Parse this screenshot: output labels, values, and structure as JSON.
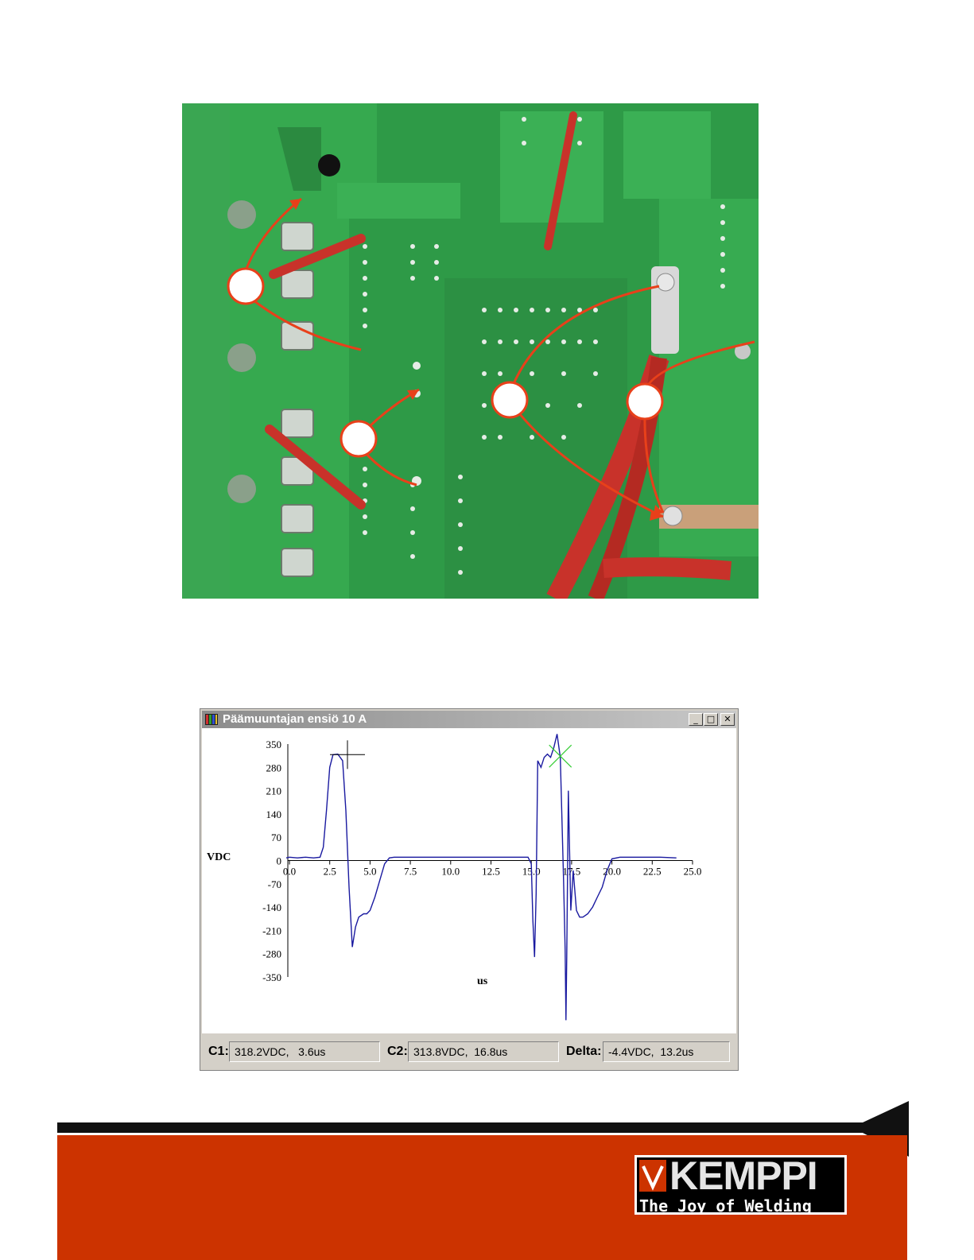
{
  "pcb_photo": {
    "callouts": [
      {
        "id": "callout-1",
        "text": ""
      },
      {
        "id": "callout-2",
        "text": ""
      },
      {
        "id": "callout-3",
        "text": ""
      },
      {
        "id": "callout-4",
        "text": ""
      }
    ],
    "board_color": "#2fa34a",
    "arrow_color": "#e8401a"
  },
  "window": {
    "title": "Päämuuntajan ensiö 10 A",
    "icon": "app-chart-icon",
    "buttons": {
      "minimize": "_",
      "maximize": "□",
      "close": "✕"
    }
  },
  "status": {
    "c1_label": "C1:",
    "c1_value": "318.2VDC,   3.6us",
    "c2_label": "C2:",
    "c2_value": "313.8VDC,  16.8us",
    "delta_label": "Delta:",
    "delta_value": "-4.4VDC,  13.2us"
  },
  "chart_data": {
    "type": "line",
    "xlabel": "us",
    "ylabel": "VDC",
    "xlim": [
      0,
      25
    ],
    "ylim": [
      -350,
      350
    ],
    "xticks": [
      "0.0",
      "2.5",
      "5.0",
      "7.5",
      "10.0",
      "12.5",
      "15.0",
      "17.5",
      "20.0",
      "22.5",
      "25.0"
    ],
    "yticks": [
      "350",
      "280",
      "210",
      "140",
      "70",
      "0",
      "-70",
      "-140",
      "-210",
      "-280",
      "-350"
    ],
    "series_color": "#1a1aa0",
    "cursor_color_1": "#000000",
    "cursor_color_2": "#33cc33",
    "cursors": [
      {
        "name": "C1",
        "x": 3.6,
        "y": 318.2
      },
      {
        "name": "C2",
        "x": 16.8,
        "y": 313.8
      }
    ],
    "series": [
      {
        "x": [
          -0.5,
          0,
          0.5,
          1,
          1.5,
          1.9,
          2.1,
          2.3,
          2.5,
          2.7,
          3.0,
          3.3,
          3.5,
          3.7,
          3.9,
          4.1,
          4.3,
          4.6,
          4.8,
          5.0,
          5.3,
          5.6,
          5.9,
          6.2,
          6.5,
          7,
          8,
          9,
          10,
          11,
          12,
          13,
          14,
          14.8,
          15.0,
          15.1,
          15.2,
          15.3,
          15.4,
          15.6,
          15.8,
          16.0,
          16.2,
          16.4,
          16.6,
          16.8,
          17.0,
          17.1,
          17.15,
          17.2,
          17.3,
          17.45,
          17.6,
          17.8,
          18.0,
          18.2,
          18.5,
          18.8,
          19.1,
          19.4,
          19.7,
          20.0,
          20.5,
          21,
          22,
          23,
          24
        ],
        "y": [
          8,
          10,
          8,
          10,
          8,
          10,
          40,
          150,
          280,
          318,
          320,
          300,
          150,
          -80,
          -260,
          -200,
          -170,
          -160,
          -160,
          -150,
          -110,
          -60,
          -10,
          8,
          10,
          10,
          10,
          10,
          10,
          10,
          10,
          10,
          10,
          10,
          -10,
          -180,
          -290,
          -100,
          300,
          280,
          310,
          320,
          310,
          340,
          380,
          310,
          -60,
          -270,
          -480,
          -290,
          210,
          -150,
          -30,
          -150,
          -170,
          -170,
          -160,
          -140,
          -110,
          -80,
          -30,
          5,
          10,
          10,
          10,
          10,
          8
        ]
      }
    ]
  },
  "footer": {
    "bar_color": "#cc3300",
    "stripe_color": "#111111",
    "logo_name": "KEMPPI",
    "logo_slogan": "The Joy of Welding",
    "logo_badge_text": "KEMPPI"
  }
}
